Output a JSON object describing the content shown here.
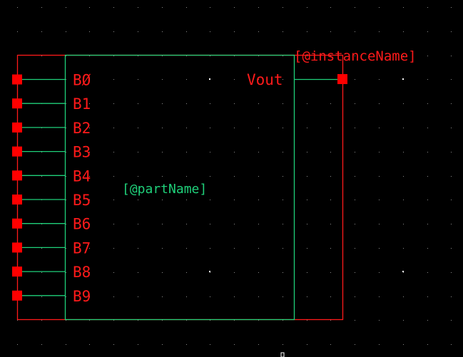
{
  "symbol": {
    "instance_label": "[@instanceName]",
    "part_label": "[@partName]",
    "input_pins": [
      "B0",
      "B1",
      "B2",
      "B3",
      "B4",
      "B5",
      "B6",
      "B7",
      "B8",
      "B9"
    ],
    "input_pins_display": [
      "BØ",
      "B1",
      "B2",
      "B3",
      "B4",
      "B5",
      "B6",
      "B7",
      "B8",
      "B9"
    ],
    "output_pins": [
      "Vout"
    ]
  },
  "colors": {
    "background": "#000000",
    "pin": "#ff0000",
    "wire": "#1fd07a",
    "selection_box": "#ff1a1a",
    "grid": "#8a8a8a"
  }
}
